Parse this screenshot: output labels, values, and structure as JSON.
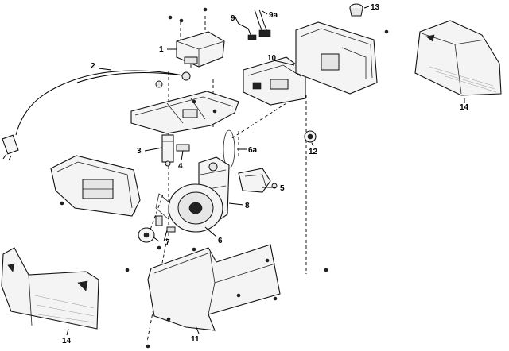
{
  "callouts": {
    "c1": "1",
    "c2": "2",
    "c3": "3",
    "c4": "4",
    "c5": "5",
    "c6": "6",
    "c6a": "6a",
    "c7": "7",
    "c8": "8",
    "c9": "9",
    "c9a": "9a",
    "c10": "10",
    "c11": "11",
    "c12": "12",
    "c13": "13",
    "c14a": "14",
    "c14b": "14"
  }
}
